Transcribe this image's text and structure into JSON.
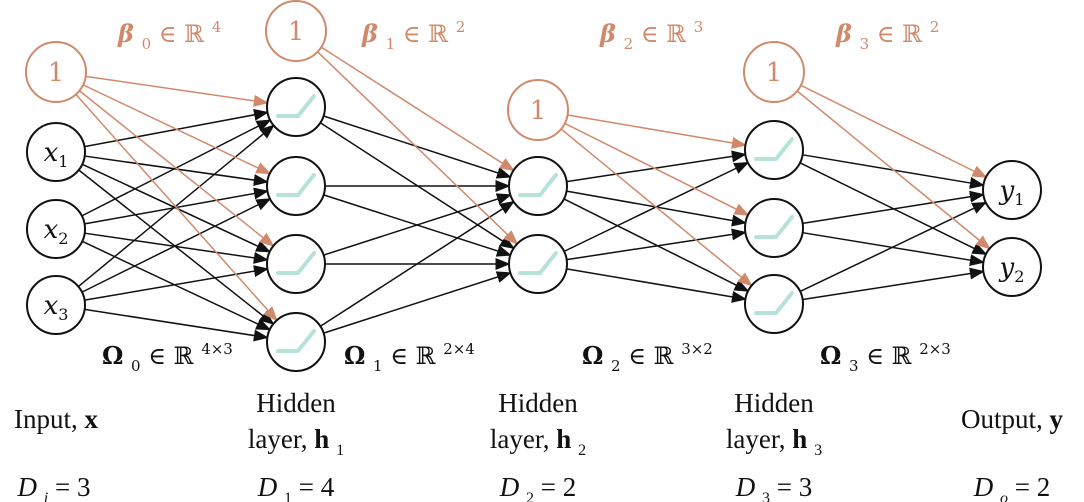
{
  "diagram": {
    "bias_symbol": "β",
    "bias_node_label": "1",
    "set_symbol": " ∈ ℝ",
    "weight_symbol": "Ω",
    "bias_labels": [
      {
        "sub": "0",
        "sup": "4"
      },
      {
        "sub": "1",
        "sup": "2"
      },
      {
        "sub": "2",
        "sup": "3"
      },
      {
        "sub": "3",
        "sup": "2"
      }
    ],
    "weight_labels": [
      {
        "sub": "0",
        "sup": "4×3"
      },
      {
        "sub": "1",
        "sup": "2×4"
      },
      {
        "sub": "2",
        "sup": "3×2"
      },
      {
        "sub": "3",
        "sup": "2×3"
      }
    ],
    "input_nodes": [
      {
        "base": "x",
        "sub": "1"
      },
      {
        "base": "x",
        "sub": "2"
      },
      {
        "base": "x",
        "sub": "3"
      }
    ],
    "output_nodes": [
      {
        "base": "y",
        "sub": "1"
      },
      {
        "base": "y",
        "sub": "2"
      }
    ],
    "captions": {
      "input_line1": "Input, ",
      "input_symbol": "x",
      "output_line1": "Output, ",
      "output_symbol": "y",
      "hidden_line1": "Hidden",
      "hidden_line2": "layer, ",
      "hidden_symbol": "h",
      "hidden_subs": [
        "1",
        "2",
        "3"
      ]
    },
    "dimensions": [
      {
        "base": "D",
        "sub": "i",
        "value": " = 3"
      },
      {
        "base": "D",
        "sub": "1",
        "value": " = 4"
      },
      {
        "base": "D",
        "sub": "2",
        "value": " = 2"
      },
      {
        "base": "D",
        "sub": "3",
        "value": " = 3"
      },
      {
        "base": "D",
        "sub": "o",
        "value": " = 2"
      }
    ],
    "colors": {
      "bias": "#d08a6b",
      "activation": "#b7e2d9",
      "ink": "#111111"
    }
  }
}
